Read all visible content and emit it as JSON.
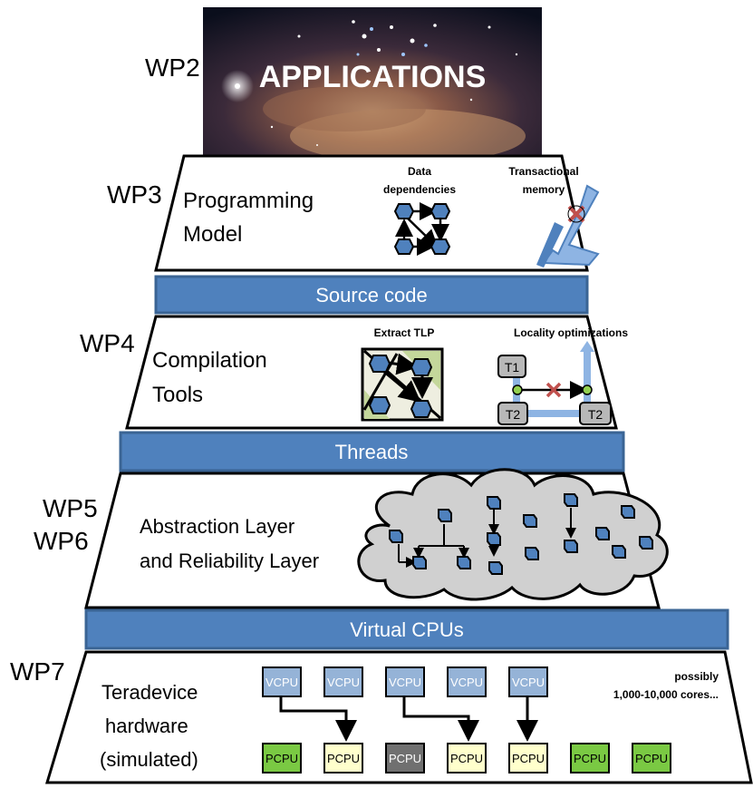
{
  "top": {
    "wp_label": "WP2",
    "title": "APPLICATIONS"
  },
  "layers": [
    {
      "wp": [
        "WP3"
      ],
      "title": [
        "Programming",
        "Model"
      ],
      "figures": [
        "Data dependencies",
        "Transactional memory"
      ]
    },
    {
      "wp": [
        "WP4"
      ],
      "title": [
        "Compilation",
        "Tools"
      ],
      "figures": [
        "Extract TLP",
        "Locality optimizations"
      ],
      "thread_labels": [
        "T1",
        "T2",
        "T2"
      ]
    },
    {
      "wp": [
        "WP5",
        "WP6"
      ],
      "title": [
        "Abstraction Layer",
        "and Reliability Layer"
      ]
    },
    {
      "wp": [
        "WP7"
      ],
      "title": [
        "Teradevice",
        "hardware",
        "(simulated)"
      ]
    }
  ],
  "bands": [
    "Source code",
    "Threads",
    "Virtual CPUs"
  ],
  "hardware": {
    "vcpus": [
      "VCPU",
      "VCPU",
      "VCPU",
      "VCPU",
      "VCPU"
    ],
    "pcpus": [
      {
        "label": "PCPU",
        "state": "idle"
      },
      {
        "label": "PCPU",
        "state": "mapped"
      },
      {
        "label": "PCPU",
        "state": "failed"
      },
      {
        "label": "PCPU",
        "state": "mapped"
      },
      {
        "label": "PCPU",
        "state": "mapped"
      },
      {
        "label": "PCPU",
        "state": "idle"
      },
      {
        "label": "PCPU",
        "state": "idle"
      }
    ],
    "note": [
      "possibly",
      "1,000-10,000 cores..."
    ]
  },
  "colors": {
    "band": "#4f81bd",
    "band_border": "#3a6494",
    "band_text": "#ffffff",
    "vcpu": "#95b3d7",
    "pcpu_idle": "#7ac943",
    "pcpu_mapped": "#ffffcc",
    "pcpu_failed": "#707070",
    "cloud": "#d0d0d0",
    "node": "#4f81bd"
  },
  "icons": [
    "dependency-graph-icon",
    "transactional-memory-icon",
    "extract-tlp-icon",
    "locality-optimization-icon",
    "task-cloud-icon",
    "space-background-image"
  ]
}
